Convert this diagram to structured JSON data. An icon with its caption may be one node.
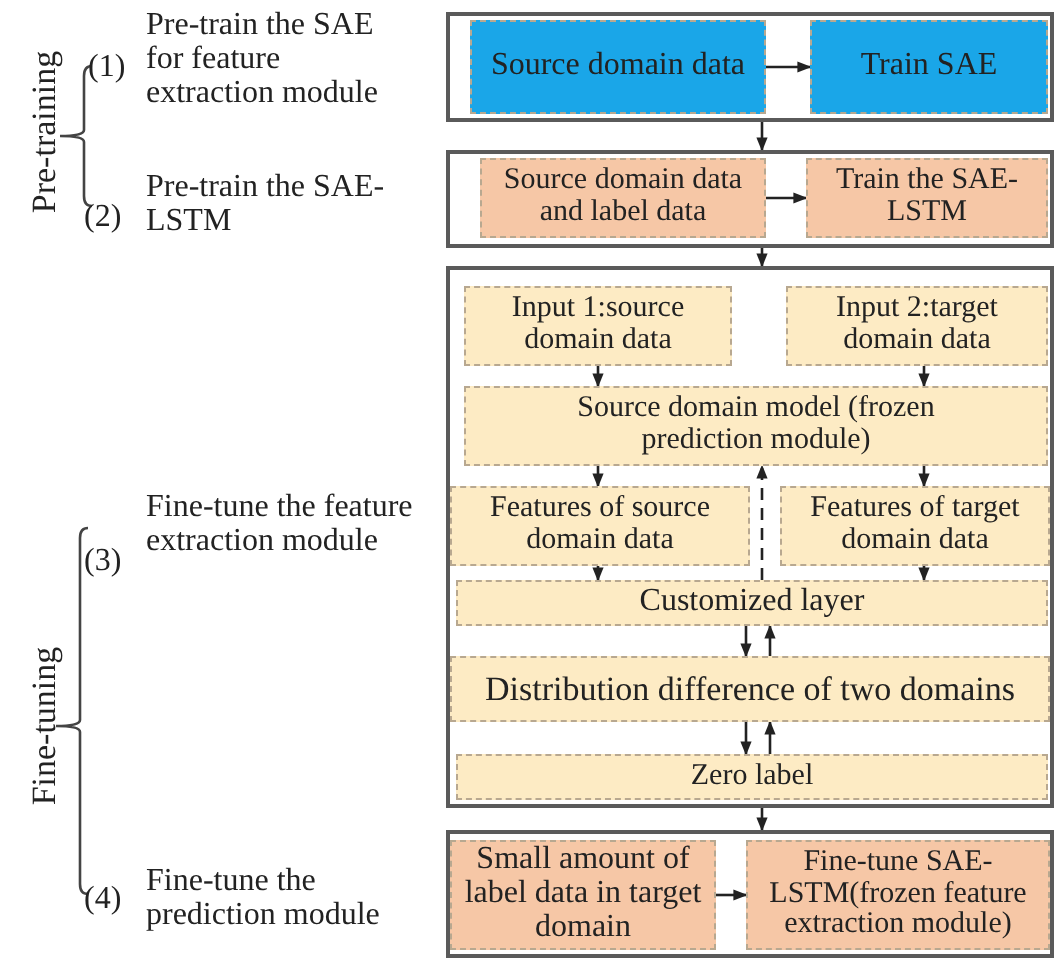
{
  "diagram": {
    "nodes": [
      {
        "text": [],
        "shape": "box"
      },
      {
        "text": [
          "Source domain data"
        ],
        "in": 0
      },
      {
        "text": [
          "Train SAE"
        ],
        "in": 0
      },
      {
        "text": [],
        "shape": "box"
      },
      {
        "text": [
          "Source domain data and label data"
        ],
        "in": 3
      },
      {
        "text": [
          "Train the SAE-LSTM"
        ],
        "in": 3
      },
      {
        "text": [],
        "shape": "box"
      },
      {
        "text": [
          "Input 1:source domain data"
        ],
        "in": 6
      },
      {
        "text": [
          "Input 2:target domain data"
        ],
        "in": 6
      },
      {
        "text": [
          "Source domain model (frozen prediction module)"
        ],
        "in": 6
      },
      {
        "text": [
          "Features of source domain data"
        ],
        "in": 6
      },
      {
        "text": [
          "Features of target domain data"
        ],
        "in": 6
      },
      {
        "text": [
          "Customized layer"
        ],
        "in": 6
      },
      {
        "text": [
          "Distribution difference of two domains"
        ],
        "in": 6
      },
      {
        "text": [
          "Zero label"
        ],
        "in": 6
      },
      {
        "text": [],
        "shape": "box"
      },
      {
        "text": [
          "Small amount of label data in target domain"
        ],
        "in": 15
      },
      {
        "text": [
          "Fine-tune SAE-LSTM(frozen feature extraction module)"
        ],
        "in": 15
      }
    ],
    "edges": [
      {
        "from": 1,
        "to": 2,
        "arrow": "to"
      },
      {
        "from": 0,
        "to": 3,
        "arrow": "to"
      },
      {
        "from": 4,
        "to": 5,
        "arrow": "to"
      },
      {
        "from": 3,
        "to": 6,
        "arrow": "to"
      },
      {
        "from": 7,
        "to": 9,
        "arrow": "to"
      },
      {
        "from": 8,
        "to": 9,
        "arrow": "to"
      },
      {
        "from": 9,
        "to": 10,
        "arrow": "to"
      },
      {
        "from": 9,
        "to": 11,
        "arrow": "to"
      },
      {
        "from": 12,
        "to": 9,
        "arrow": "to",
        "style": "dashed"
      },
      {
        "from": 10,
        "to": 12,
        "arrow": "to"
      },
      {
        "from": 11,
        "to": 12,
        "arrow": "to"
      },
      {
        "from": 12,
        "to": 13,
        "arrow": "to"
      },
      {
        "from": 13,
        "to": 12,
        "arrow": "to"
      },
      {
        "from": 13,
        "to": 14,
        "arrow": "to"
      },
      {
        "from": 14,
        "to": 13,
        "arrow": "to"
      },
      {
        "from": 6,
        "to": 15,
        "arrow": "to"
      },
      {
        "from": 16,
        "to": 17,
        "arrow": "to"
      }
    ],
    "labels": [
      "Pre-training",
      "(1)",
      "Pre-train the SAE for feature extraction module",
      "(2)",
      "Pre-train the SAE-LSTM",
      "Fine-tuning",
      "(3)",
      "Fine-tune the feature extraction module",
      "(4)",
      "Fine-tune the prediction module"
    ]
  }
}
